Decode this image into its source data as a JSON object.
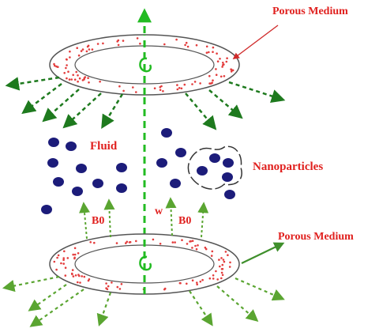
{
  "labels": {
    "porous_medium_top": "Porous Medium",
    "porous_medium_bottom": "Porous Medium",
    "fluid": "Fluid",
    "nanoparticles": "Nanoparticles",
    "b0_left": "B0",
    "b0_right": "B0",
    "w": "w"
  },
  "colors": {
    "label_red": "#e0201e",
    "arrow_dark_green": "#1e7a1e",
    "arrow_light_green": "#5aa531",
    "axis_green": "#22bb22",
    "particle_blue": "#1c1c7a",
    "disk_outline": "#555555",
    "pore_dots": "#e33c3c",
    "leader_line_red": "#d02a2a",
    "leader_line_green": "#3f8f2c"
  },
  "icons": {
    "top_rotation": "rotation-arrow-icon",
    "bottom_rotation": "rotation-arrow-icon",
    "nanoparticle_cluster": "dashed-cluster-outline"
  }
}
